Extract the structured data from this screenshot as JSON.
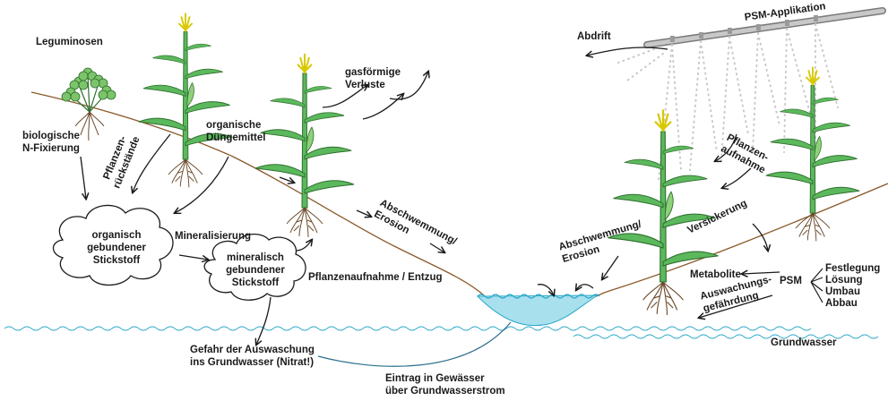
{
  "labels": {
    "leguminosen": "Leguminosen",
    "biologische_n_fixierung": "biologische\nN-Fixierung",
    "pflanzenrueckstaende": "Pflanzen-\nrückstände",
    "organische_duengemittel": "organische\nDüngemittel",
    "gasfoermige_verluste": "gasförmige\nVerluste",
    "organisch_gebundener_stickstoff": "organisch\ngebundener\nStickstoff",
    "mineralisierung": "Mineralisierung",
    "mineralisch_gebundener_stickstoff": "mineralisch\ngebundener\nStickstoff",
    "pflanzenaufnahme_entzug": "Pflanzenaufnahme / Entzug",
    "abschwemmung_erosion_left": "Abschwemmung/\nErosion",
    "gefahr_auswaschung": "Gefahr der Auswaschung\nins Grundwasser (Nitrat!)",
    "eintrag_gewaesser": "Eintrag in Gewässer\nüber Grundwasserstrom",
    "psm_applikation": "PSM-Applikation",
    "abdrift": "Abdrift",
    "pflanzenaufnahme_right": "Pflanzen-\naufnahme",
    "versickerung": "Versickerung",
    "abschwemmung_erosion_right": "Abschwemmung/\nErosion",
    "metabolite": "Metabolite",
    "psm": "PSM",
    "festlegung": "Festlegung",
    "loesung": "Lösung",
    "umbau": "Umbau",
    "abbau": "Abbau",
    "auswaschungsgefaehrdung": "Auswachungs-\ngefährdung",
    "grundwasser": "Grundwasser"
  },
  "colors": {
    "soil_line": "#8b5a2b",
    "water_fill": "#a8e0ee",
    "water_line": "#2aa8c8",
    "plant_green": "#5cb85c",
    "plant_dark": "#2f6f2f",
    "clover_green": "#7cc46a",
    "tassel": "#e8e04a",
    "roots": "#6b4a2a",
    "arrow": "#1a1a1a",
    "spray_dots": "#c8c8c8",
    "boom": "#b5b5b5"
  }
}
